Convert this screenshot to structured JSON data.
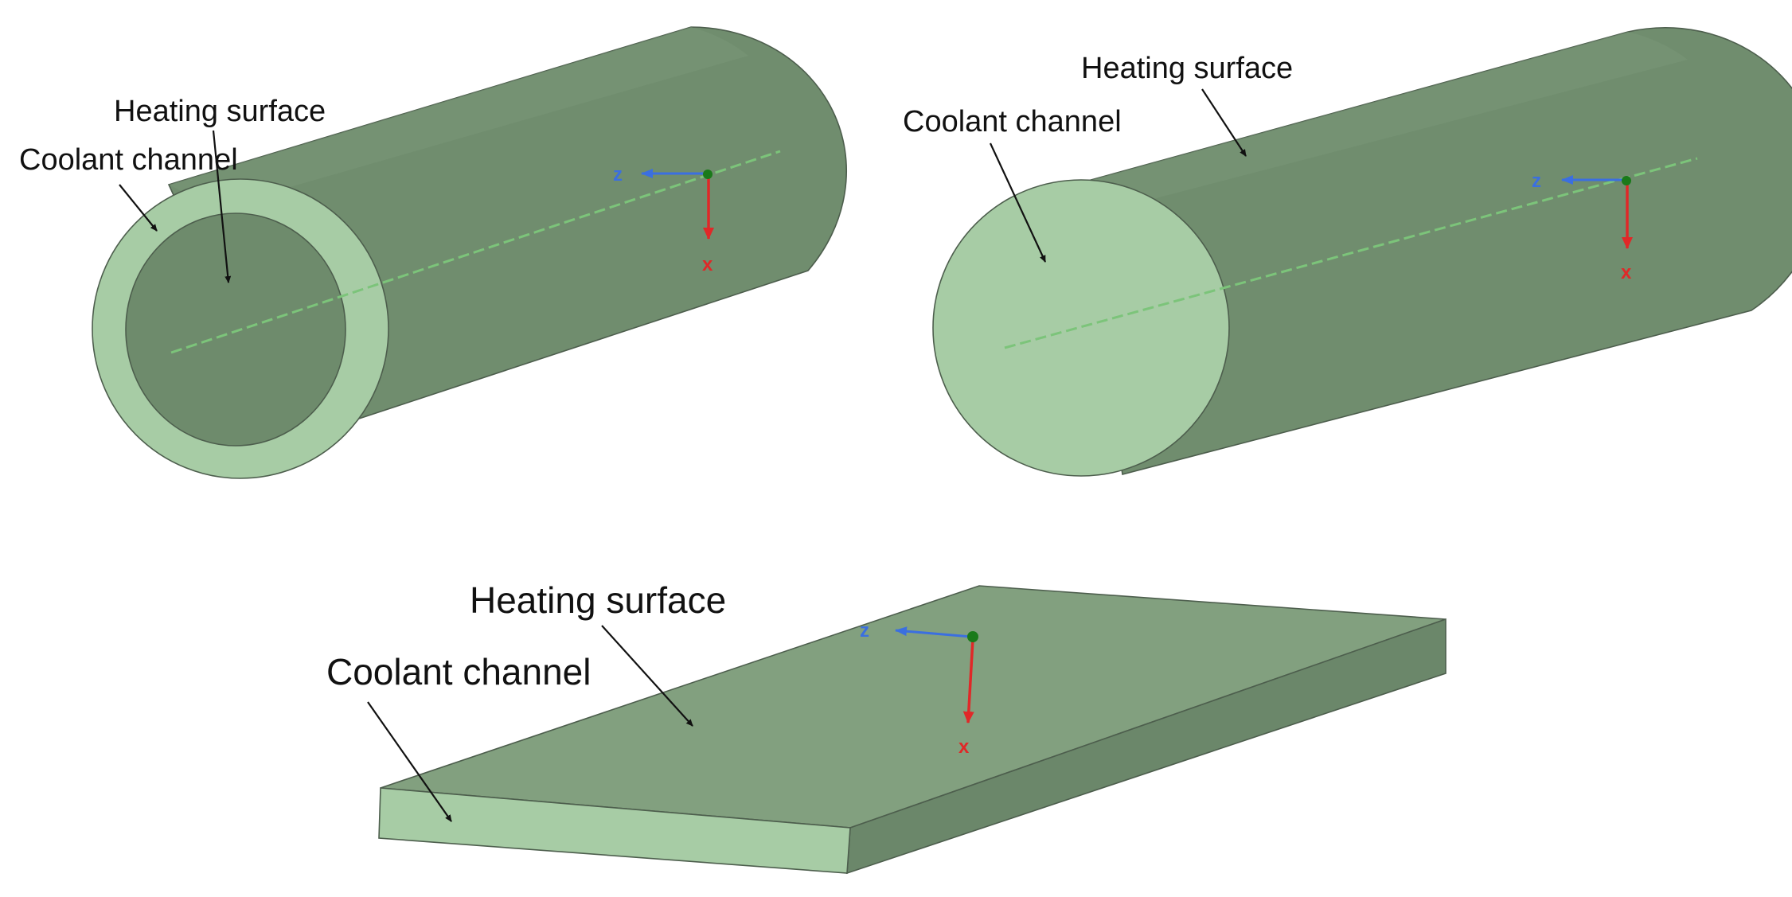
{
  "colors": {
    "body_side": "#708d6e",
    "body_top": "#82a07f",
    "face_light": "#a7cca5",
    "edge": "#4d5e4d",
    "axis_line": "#7cc47a",
    "axis_z": "#3b6fe0",
    "axis_x": "#e02828",
    "origin": "#1a7a1a",
    "text": "#111111"
  },
  "panels": [
    {
      "name": "annular tube",
      "labels": {
        "heating_surface": "Heating surface",
        "coolant_channel": "Coolant channel"
      },
      "axes": {
        "z": "z",
        "x": "x"
      }
    },
    {
      "name": "circular rod",
      "labels": {
        "heating_surface": "Heating surface",
        "coolant_channel": "Coolant channel"
      },
      "axes": {
        "z": "z",
        "x": "x"
      }
    },
    {
      "name": "flat plate",
      "labels": {
        "heating_surface": "Heating surface",
        "coolant_channel": "Coolant channel"
      },
      "axes": {
        "z": "z",
        "x": "x"
      }
    }
  ]
}
